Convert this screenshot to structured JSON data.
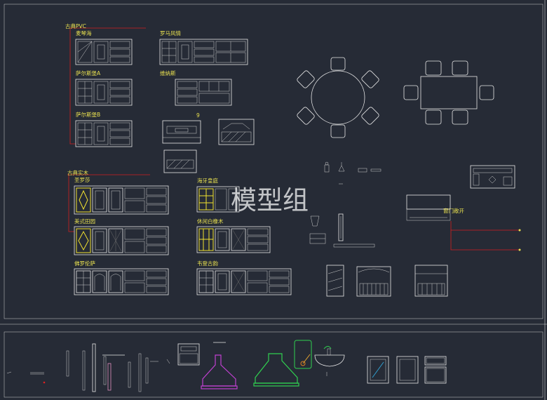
{
  "sections": {
    "pvc": {
      "title": "古典PVC",
      "styles": [
        "麦琴海",
        "罗马风情",
        "萨尔斯堡A",
        "维纳斯",
        "萨尔斯堡B"
      ]
    },
    "solid_wood": {
      "title": "古典实木",
      "styles": [
        "圣罗莎",
        "海牙皇庭",
        "美式田园",
        "休闲白橡木",
        "佛罗伦萨",
        "韦登古韵"
      ]
    }
  },
  "annotations": {
    "note_9": "9",
    "cabinet_note": "窗门敞开"
  },
  "watermark": "模型组"
}
